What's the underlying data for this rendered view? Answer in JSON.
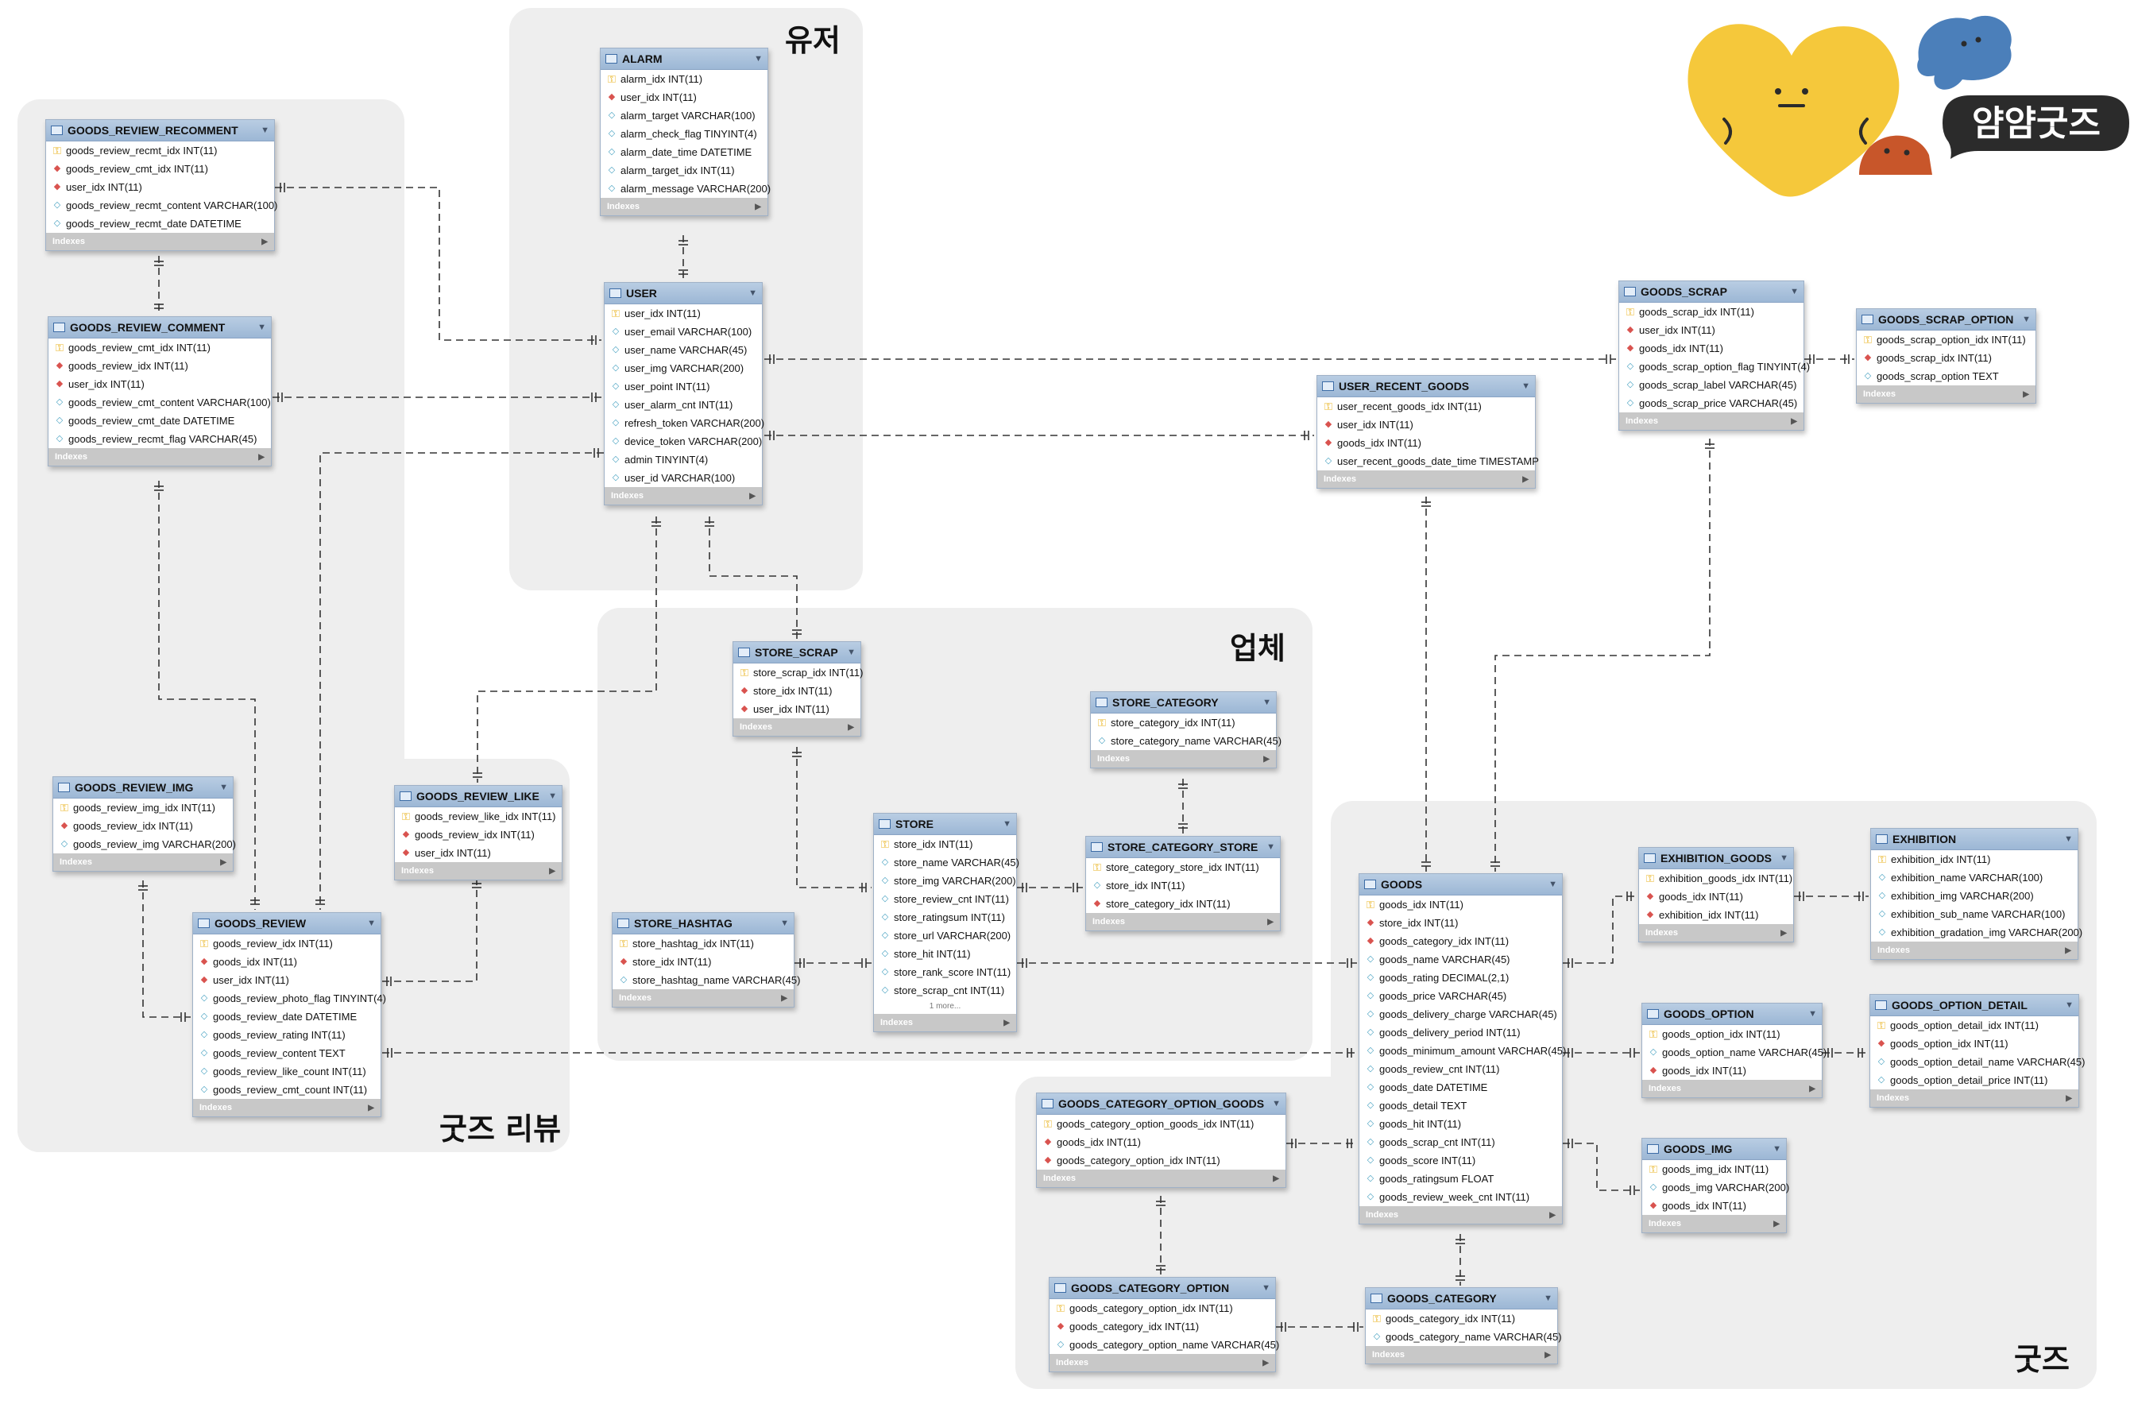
{
  "groups": [
    {
      "id": "user",
      "title": "유저"
    },
    {
      "id": "store",
      "title": "업체"
    },
    {
      "id": "review",
      "title": "굿즈 리뷰"
    },
    {
      "id": "goods",
      "title": "굿즈"
    }
  ],
  "logo": {
    "text": "얌얌굿즈",
    "colors": {
      "heart": "#f5c83b",
      "blue": "#4b7fba",
      "orange": "#c8562a",
      "bubble": "#2b2b2b"
    }
  },
  "index_label": "Indexes",
  "more_label": "1 more...",
  "colors": {
    "header": "#a9c2de",
    "pk": "#e9b21b",
    "fk": "#d9534f",
    "column": "#49a3c2",
    "group_bg": "#eeeeee"
  },
  "tables": [
    {
      "id": "alarm",
      "name": "ALARM",
      "columns": [
        {
          "k": "pk",
          "t": "alarm_idx INT(11)"
        },
        {
          "k": "fk",
          "t": "user_idx INT(11)"
        },
        {
          "k": "c",
          "t": "alarm_target VARCHAR(100)"
        },
        {
          "k": "c",
          "t": "alarm_check_flag TINYINT(4)"
        },
        {
          "k": "c",
          "t": "alarm_date_time DATETIME"
        },
        {
          "k": "c",
          "t": "alarm_target_idx INT(11)"
        },
        {
          "k": "c",
          "t": "alarm_message VARCHAR(200)"
        }
      ]
    },
    {
      "id": "user",
      "name": "USER",
      "columns": [
        {
          "k": "pk",
          "t": "user_idx INT(11)"
        },
        {
          "k": "c",
          "t": "user_email VARCHAR(100)"
        },
        {
          "k": "c",
          "t": "user_name VARCHAR(45)"
        },
        {
          "k": "c",
          "t": "user_img VARCHAR(200)"
        },
        {
          "k": "c",
          "t": "user_point INT(11)"
        },
        {
          "k": "c",
          "t": "user_alarm_cnt INT(11)"
        },
        {
          "k": "c",
          "t": "refresh_token VARCHAR(200)"
        },
        {
          "k": "c",
          "t": "device_token VARCHAR(200)"
        },
        {
          "k": "c",
          "t": "admin TINYINT(4)"
        },
        {
          "k": "c",
          "t": "user_id VARCHAR(100)"
        }
      ]
    },
    {
      "id": "grr",
      "name": "GOODS_REVIEW_RECOMMENT",
      "columns": [
        {
          "k": "pk",
          "t": "goods_review_recmt_idx INT(11)"
        },
        {
          "k": "fk",
          "t": "goods_review_cmt_idx INT(11)"
        },
        {
          "k": "fk",
          "t": "user_idx INT(11)"
        },
        {
          "k": "c",
          "t": "goods_review_recmt_content VARCHAR(100)"
        },
        {
          "k": "c",
          "t": "goods_review_recmt_date DATETIME"
        }
      ]
    },
    {
      "id": "grc",
      "name": "GOODS_REVIEW_COMMENT",
      "columns": [
        {
          "k": "pk",
          "t": "goods_review_cmt_idx INT(11)"
        },
        {
          "k": "fk",
          "t": "goods_review_idx INT(11)"
        },
        {
          "k": "fk",
          "t": "user_idx INT(11)"
        },
        {
          "k": "c",
          "t": "goods_review_cmt_content VARCHAR(100)"
        },
        {
          "k": "c",
          "t": "goods_review_cmt_date DATETIME"
        },
        {
          "k": "c",
          "t": "goods_review_recmt_flag VARCHAR(45)"
        }
      ]
    },
    {
      "id": "gri",
      "name": "GOODS_REVIEW_IMG",
      "columns": [
        {
          "k": "pk",
          "t": "goods_review_img_idx INT(11)"
        },
        {
          "k": "fk",
          "t": "goods_review_idx INT(11)"
        },
        {
          "k": "c",
          "t": "goods_review_img VARCHAR(200)"
        }
      ]
    },
    {
      "id": "grl",
      "name": "GOODS_REVIEW_LIKE",
      "columns": [
        {
          "k": "pk",
          "t": "goods_review_like_idx INT(11)"
        },
        {
          "k": "fk",
          "t": "goods_review_idx INT(11)"
        },
        {
          "k": "fk",
          "t": "user_idx INT(11)"
        }
      ]
    },
    {
      "id": "gr",
      "name": "GOODS_REVIEW",
      "columns": [
        {
          "k": "pk",
          "t": "goods_review_idx INT(11)"
        },
        {
          "k": "fk",
          "t": "goods_idx INT(11)"
        },
        {
          "k": "fk",
          "t": "user_idx INT(11)"
        },
        {
          "k": "c",
          "t": "goods_review_photo_flag TINYINT(4)"
        },
        {
          "k": "c",
          "t": "goods_review_date DATETIME"
        },
        {
          "k": "c",
          "t": "goods_review_rating INT(11)"
        },
        {
          "k": "c",
          "t": "goods_review_content TEXT"
        },
        {
          "k": "c",
          "t": "goods_review_like_count INT(11)"
        },
        {
          "k": "c",
          "t": "goods_review_cmt_count INT(11)"
        }
      ]
    },
    {
      "id": "ss",
      "name": "STORE_SCRAP",
      "columns": [
        {
          "k": "pk",
          "t": "store_scrap_idx INT(11)"
        },
        {
          "k": "fk",
          "t": "store_idx INT(11)"
        },
        {
          "k": "fk",
          "t": "user_idx INT(11)"
        }
      ]
    },
    {
      "id": "sc",
      "name": "STORE_CATEGORY",
      "columns": [
        {
          "k": "pk",
          "t": "store_category_idx INT(11)"
        },
        {
          "k": "c",
          "t": "store_category_name VARCHAR(45)"
        }
      ]
    },
    {
      "id": "scs",
      "name": "STORE_CATEGORY_STORE",
      "columns": [
        {
          "k": "pk",
          "t": "store_category_store_idx INT(11)"
        },
        {
          "k": "c",
          "t": "store_idx INT(11)"
        },
        {
          "k": "fk",
          "t": "store_category_idx INT(11)"
        }
      ]
    },
    {
      "id": "store",
      "name": "STORE",
      "more": true,
      "columns": [
        {
          "k": "pk",
          "t": "store_idx INT(11)"
        },
        {
          "k": "c",
          "t": "store_name VARCHAR(45)"
        },
        {
          "k": "c",
          "t": "store_img VARCHAR(200)"
        },
        {
          "k": "c",
          "t": "store_review_cnt INT(11)"
        },
        {
          "k": "c",
          "t": "store_ratingsum INT(11)"
        },
        {
          "k": "c",
          "t": "store_url VARCHAR(200)"
        },
        {
          "k": "c",
          "t": "store_hit INT(11)"
        },
        {
          "k": "c",
          "t": "store_rank_score INT(11)"
        },
        {
          "k": "c",
          "t": "store_scrap_cnt INT(11)"
        }
      ]
    },
    {
      "id": "sh",
      "name": "STORE_HASHTAG",
      "columns": [
        {
          "k": "pk",
          "t": "store_hashtag_idx INT(11)"
        },
        {
          "k": "fk",
          "t": "store_idx INT(11)"
        },
        {
          "k": "c",
          "t": "store_hashtag_name VARCHAR(45)"
        }
      ]
    },
    {
      "id": "urg",
      "name": "USER_RECENT_GOODS",
      "columns": [
        {
          "k": "pk",
          "t": "user_recent_goods_idx INT(11)"
        },
        {
          "k": "fk",
          "t": "user_idx INT(11)"
        },
        {
          "k": "fk",
          "t": "goods_idx INT(11)"
        },
        {
          "k": "c",
          "t": "user_recent_goods_date_time TIMESTAMP"
        }
      ]
    },
    {
      "id": "gs",
      "name": "GOODS_SCRAP",
      "columns": [
        {
          "k": "pk",
          "t": "goods_scrap_idx INT(11)"
        },
        {
          "k": "fk",
          "t": "user_idx INT(11)"
        },
        {
          "k": "fk",
          "t": "goods_idx INT(11)"
        },
        {
          "k": "c",
          "t": "goods_scrap_option_flag TINYINT(4)"
        },
        {
          "k": "c",
          "t": "goods_scrap_label VARCHAR(45)"
        },
        {
          "k": "c",
          "t": "goods_scrap_price VARCHAR(45)"
        }
      ]
    },
    {
      "id": "gso",
      "name": "GOODS_SCRAP_OPTION",
      "columns": [
        {
          "k": "pk",
          "t": "goods_scrap_option_idx INT(11)"
        },
        {
          "k": "fk",
          "t": "goods_scrap_idx INT(11)"
        },
        {
          "k": "c",
          "t": "goods_scrap_option TEXT"
        }
      ]
    },
    {
      "id": "goods",
      "name": "GOODS",
      "columns": [
        {
          "k": "pk",
          "t": "goods_idx INT(11)"
        },
        {
          "k": "fk",
          "t": "store_idx INT(11)"
        },
        {
          "k": "fk",
          "t": "goods_category_idx INT(11)"
        },
        {
          "k": "c",
          "t": "goods_name VARCHAR(45)"
        },
        {
          "k": "c",
          "t": "goods_rating DECIMAL(2,1)"
        },
        {
          "k": "c",
          "t": "goods_price VARCHAR(45)"
        },
        {
          "k": "c",
          "t": "goods_delivery_charge VARCHAR(45)"
        },
        {
          "k": "c",
          "t": "goods_delivery_period INT(11)"
        },
        {
          "k": "c",
          "t": "goods_minimum_amount VARCHAR(45)"
        },
        {
          "k": "c",
          "t": "goods_review_cnt INT(11)"
        },
        {
          "k": "c",
          "t": "goods_date DATETIME"
        },
        {
          "k": "c",
          "t": "goods_detail TEXT"
        },
        {
          "k": "c",
          "t": "goods_hit INT(11)"
        },
        {
          "k": "c",
          "t": "goods_scrap_cnt INT(11)"
        },
        {
          "k": "c",
          "t": "goods_score INT(11)"
        },
        {
          "k": "c",
          "t": "goods_ratingsum FLOAT"
        },
        {
          "k": "c",
          "t": "goods_review_week_cnt INT(11)"
        }
      ]
    },
    {
      "id": "eg",
      "name": "EXHIBITION_GOODS",
      "columns": [
        {
          "k": "pk",
          "t": "exhibition_goods_idx INT(11)"
        },
        {
          "k": "fk",
          "t": "goods_idx INT(11)"
        },
        {
          "k": "fk",
          "t": "exhibition_idx INT(11)"
        }
      ]
    },
    {
      "id": "ex",
      "name": "EXHIBITION",
      "columns": [
        {
          "k": "pk",
          "t": "exhibition_idx INT(11)"
        },
        {
          "k": "c",
          "t": "exhibition_name VARCHAR(100)"
        },
        {
          "k": "c",
          "t": "exhibition_img VARCHAR(200)"
        },
        {
          "k": "c",
          "t": "exhibition_sub_name VARCHAR(100)"
        },
        {
          "k": "c",
          "t": "exhibition_gradation_img VARCHAR(200)"
        }
      ]
    },
    {
      "id": "go",
      "name": "GOODS_OPTION",
      "columns": [
        {
          "k": "pk",
          "t": "goods_option_idx INT(11)"
        },
        {
          "k": "c",
          "t": "goods_option_name VARCHAR(45)"
        },
        {
          "k": "fk",
          "t": "goods_idx INT(11)"
        }
      ]
    },
    {
      "id": "god",
      "name": "GOODS_OPTION_DETAIL",
      "columns": [
        {
          "k": "pk",
          "t": "goods_option_detail_idx INT(11)"
        },
        {
          "k": "fk",
          "t": "goods_option_idx INT(11)"
        },
        {
          "k": "c",
          "t": "goods_option_detail_name VARCHAR(45)"
        },
        {
          "k": "c",
          "t": "goods_option_detail_price INT(11)"
        }
      ]
    },
    {
      "id": "gcog",
      "name": "GOODS_CATEGORY_OPTION_GOODS",
      "columns": [
        {
          "k": "pk",
          "t": "goods_category_option_goods_idx INT(11)"
        },
        {
          "k": "fk",
          "t": "goods_idx INT(11)"
        },
        {
          "k": "fk",
          "t": "goods_category_option_idx INT(11)"
        }
      ]
    },
    {
      "id": "gimg",
      "name": "GOODS_IMG",
      "columns": [
        {
          "k": "pk",
          "t": "goods_img_idx INT(11)"
        },
        {
          "k": "c",
          "t": "goods_img VARCHAR(200)"
        },
        {
          "k": "fk",
          "t": "goods_idx INT(11)"
        }
      ]
    },
    {
      "id": "gco",
      "name": "GOODS_CATEGORY_OPTION",
      "columns": [
        {
          "k": "pk",
          "t": "goods_category_option_idx INT(11)"
        },
        {
          "k": "fk",
          "t": "goods_category_idx INT(11)"
        },
        {
          "k": "c",
          "t": "goods_category_option_name VARCHAR(45)"
        }
      ]
    },
    {
      "id": "gc",
      "name": "GOODS_CATEGORY",
      "columns": [
        {
          "k": "pk",
          "t": "goods_category_idx INT(11)"
        },
        {
          "k": "c",
          "t": "goods_category_name VARCHAR(45)"
        }
      ]
    }
  ]
}
